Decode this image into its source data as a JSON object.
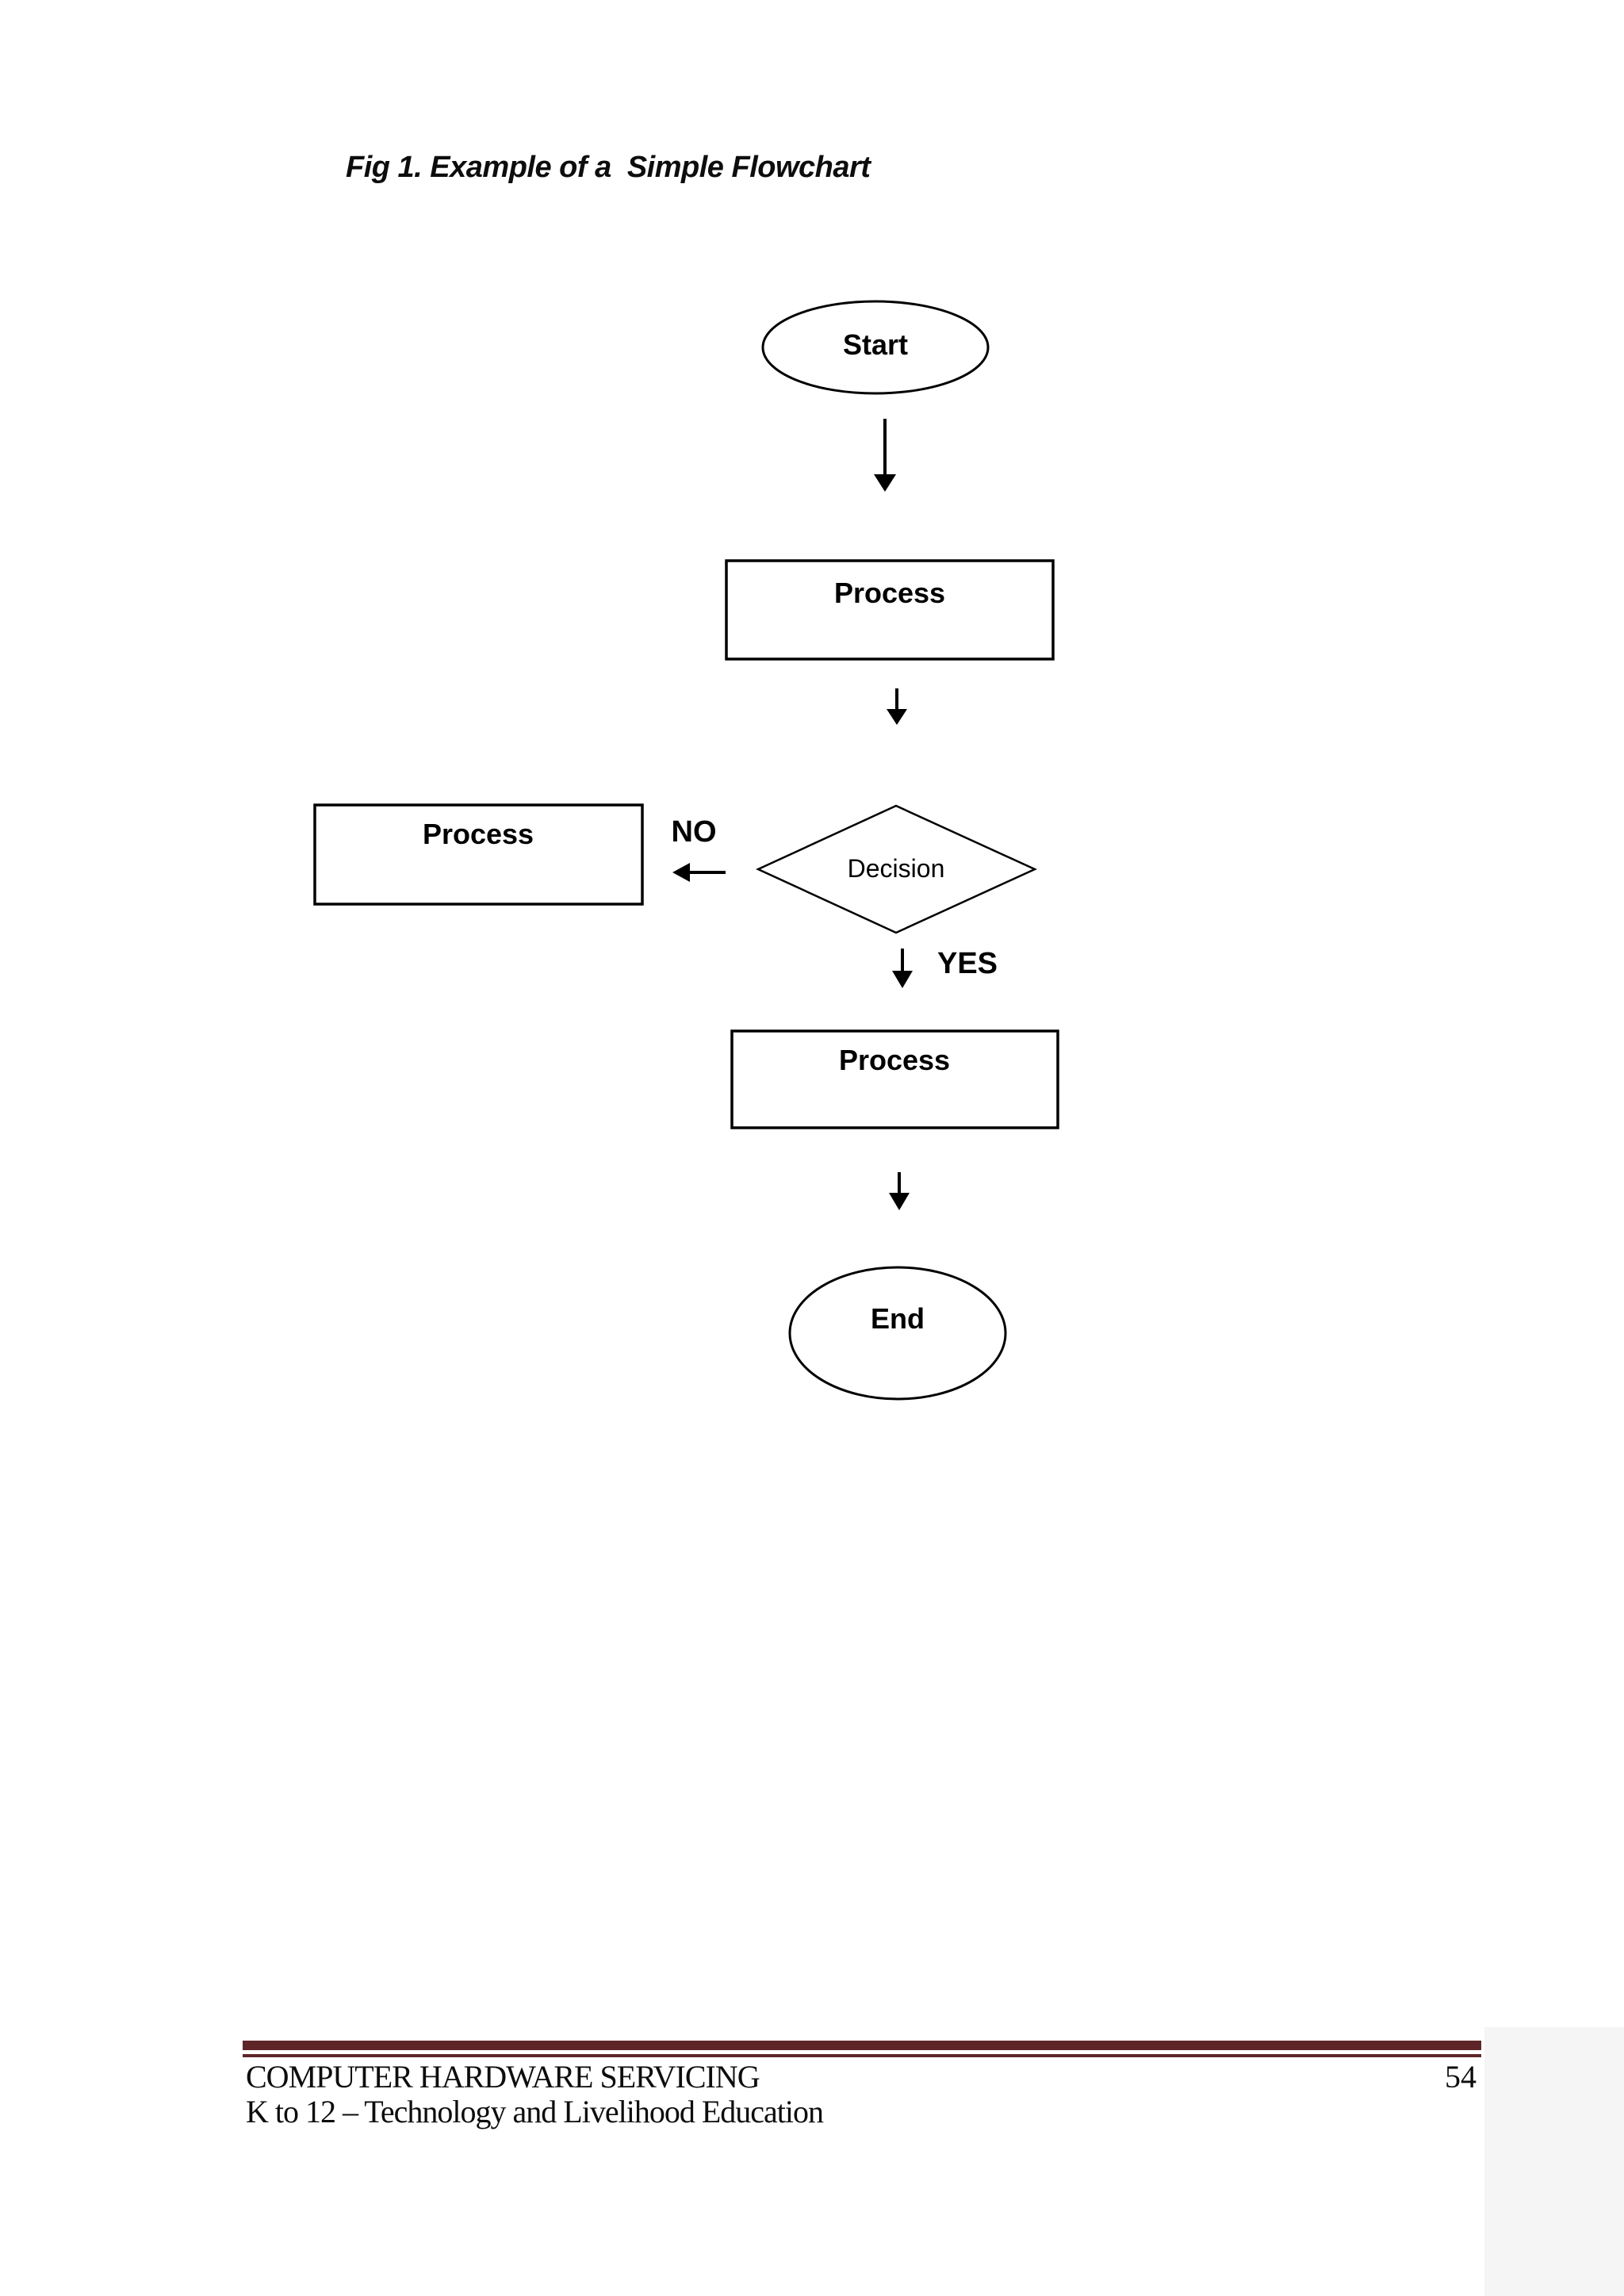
{
  "figure": {
    "caption": "Fig 1. Example of a  Simple Flowchart"
  },
  "flowchart": {
    "nodes": {
      "start": {
        "type": "terminator",
        "label": "Start"
      },
      "process_top": {
        "type": "process",
        "label": "Process"
      },
      "decision": {
        "type": "decision",
        "label": "Decision"
      },
      "process_no": {
        "type": "process",
        "label": "Process"
      },
      "process_yes": {
        "type": "process",
        "label": "Process"
      },
      "end": {
        "type": "terminator",
        "label": "End"
      }
    },
    "branches": {
      "no": "NO",
      "yes": "YES"
    },
    "edges": [
      "start -> process_top",
      "process_top -> decision",
      "decision -NO-> process_no",
      "decision -YES-> process_yes",
      "process_yes -> end"
    ]
  },
  "footer": {
    "course": "COMPUTER HARDWARE SERVICING",
    "page_number": "54",
    "subtitle": "K to 12 – Technology and Livelihood Education"
  },
  "colors": {
    "rule_maroon": "#5e2528",
    "line_black": "#000000",
    "page_white": "#ffffff",
    "edge_strip_gray": "#f5f5f5"
  }
}
